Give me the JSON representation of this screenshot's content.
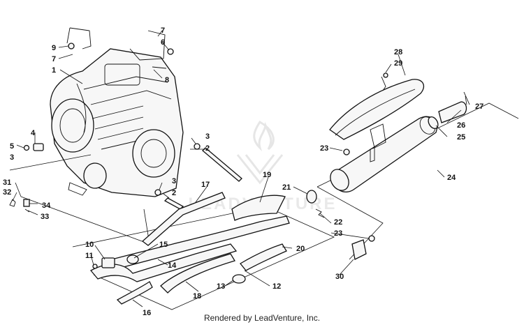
{
  "callouts": {
    "c1": "1",
    "c2a": "2",
    "c2b": "2",
    "c3a": "3",
    "c3b": "3",
    "c3c": "3",
    "c4": "4",
    "c5": "5",
    "c6": "6",
    "c7a": "7",
    "c7b": "7",
    "c8": "8",
    "c9": "9",
    "c10": "10",
    "c11": "11",
    "c12": "12",
    "c13": "13",
    "c14": "14",
    "c15": "15",
    "c16": "16",
    "c17": "17",
    "c18": "18",
    "c19": "19",
    "c20": "20",
    "c21": "21",
    "c22": "22",
    "c23a": "23",
    "c23b": "23",
    "c24": "24",
    "c25": "25",
    "c26": "26",
    "c27": "27",
    "c28": "28",
    "c29": "29",
    "c30": "30",
    "c31": "31",
    "c32": "32",
    "c33": "33",
    "c34": "34"
  },
  "watermark": {
    "text": "LEADVENTURE"
  },
  "footer": {
    "text": "Rendered by LeadVenture, Inc."
  }
}
